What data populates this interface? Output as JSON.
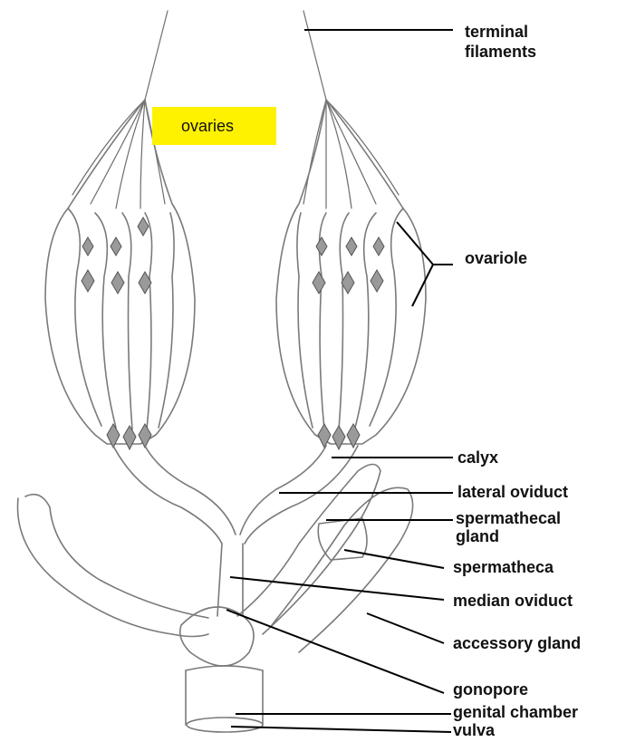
{
  "highlight": {
    "text": "ovaries",
    "color": "#FFF200"
  },
  "labels": {
    "terminal_filaments": [
      "terminal",
      "filaments"
    ],
    "ovariole": "ovariole",
    "calyx": "calyx",
    "lateral_oviduct": "lateral oviduct",
    "spermathecal_gland": [
      "spermathecal",
      "gland"
    ],
    "spermatheca": "spermatheca",
    "median_oviduct": "median oviduct",
    "accessory_gland": "accessory gland",
    "gonopore": "gonopore",
    "genital_chamber": "genital chamber",
    "vulva": "vulva"
  }
}
